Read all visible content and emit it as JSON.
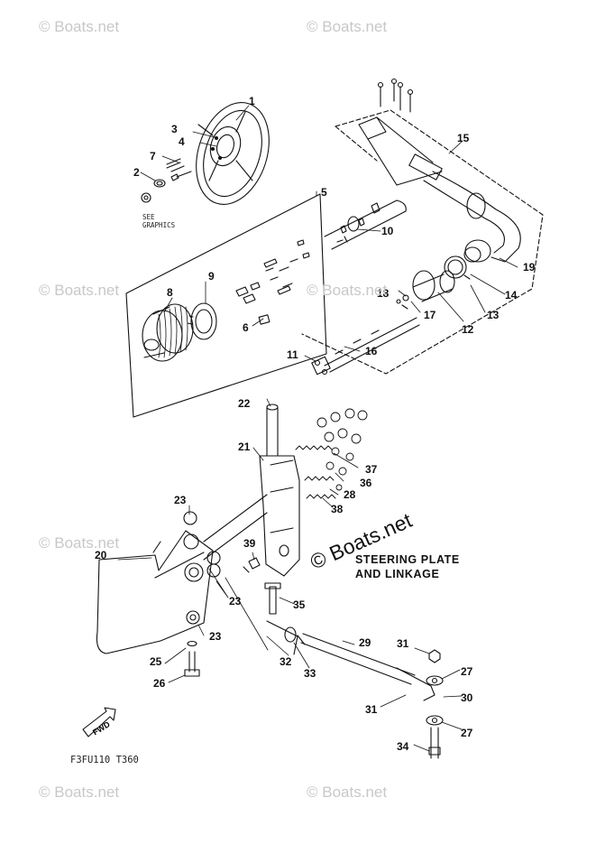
{
  "heading": {
    "line1": "STEERING PLATE",
    "line2": "AND LINKAGE"
  },
  "figure_code": "F3FU110 T360",
  "see_graphics_note": {
    "line1": "SEE",
    "line2": "GRAPHICS"
  },
  "fwd_badge": "FWD",
  "watermark": "© Boats.net",
  "callouts": {
    "p1": "1",
    "p2": "2",
    "p3": "3",
    "p4": "4",
    "p5": "5",
    "p6": "6",
    "p7": "7",
    "p8": "8",
    "p9": "9",
    "p10": "10",
    "p11": "11",
    "p12": "12",
    "p13": "13",
    "p14": "14",
    "p15": "15",
    "p16": "16",
    "p17": "17",
    "p18": "18",
    "p19": "19",
    "p20": "20",
    "p21": "21",
    "p22": "22",
    "p23a": "23",
    "p23b": "23",
    "p23c": "23",
    "p25": "25",
    "p26": "26",
    "p27a": "27",
    "p27b": "27",
    "p28": "28",
    "p29": "29",
    "p30": "30",
    "p31a": "31",
    "p31b": "31",
    "p32": "32",
    "p33": "33",
    "p34": "34",
    "p35": "35",
    "p36": "36",
    "p37": "37",
    "p38": "38",
    "p39": "39"
  }
}
